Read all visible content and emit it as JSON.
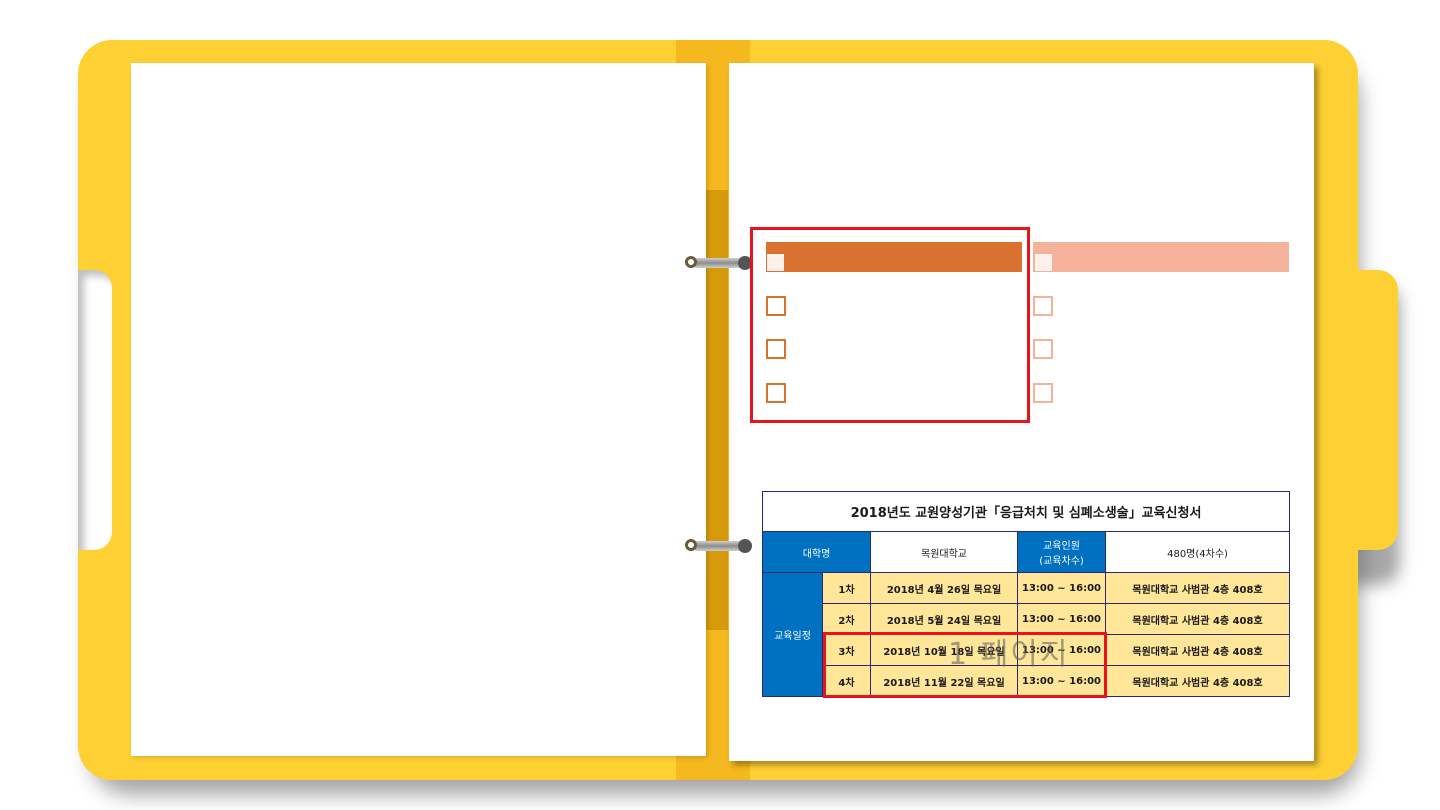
{
  "colors": {
    "folder": "#ffd033",
    "spine": "#f5b81e",
    "orange": "#d9722e",
    "peach": "#f4b29a",
    "highlight_red": "#e8141c",
    "table_blue": "#0070c0",
    "table_yellow": "#ffe699"
  },
  "table": {
    "title": "2018년도 교원양성기관「응급처치 및 심폐소생술」교육신청서",
    "header": {
      "univ_label": "대학명",
      "univ_value": "목원대학교",
      "count_label_1": "교육인원",
      "count_label_2": "(교육차수)",
      "count_value": "480명(4차수)"
    },
    "schedule_label": "교육일정",
    "rows": [
      {
        "round": "1차",
        "date": "2018년  4월  26일  목요일",
        "time": "13:00 ~ 16:00",
        "place": "목원대학교 사범관 4층 408호"
      },
      {
        "round": "2차",
        "date": "2018년  5월  24일  목요일",
        "time": "13:00 ~ 16:00",
        "place": "목원대학교 사범관 4층 408호"
      },
      {
        "round": "3차",
        "date": "2018년  10월  18일  목요일",
        "time": "13:00 ~ 16:00",
        "place": "목원대학교 사범관 4층 408호"
      },
      {
        "round": "4차",
        "date": "2018년  11월  22일  목요일",
        "time": "13:00 ~ 16:00",
        "place": "목원대학교 사범관 4층 408호"
      }
    ]
  },
  "watermark": "1 페이지"
}
